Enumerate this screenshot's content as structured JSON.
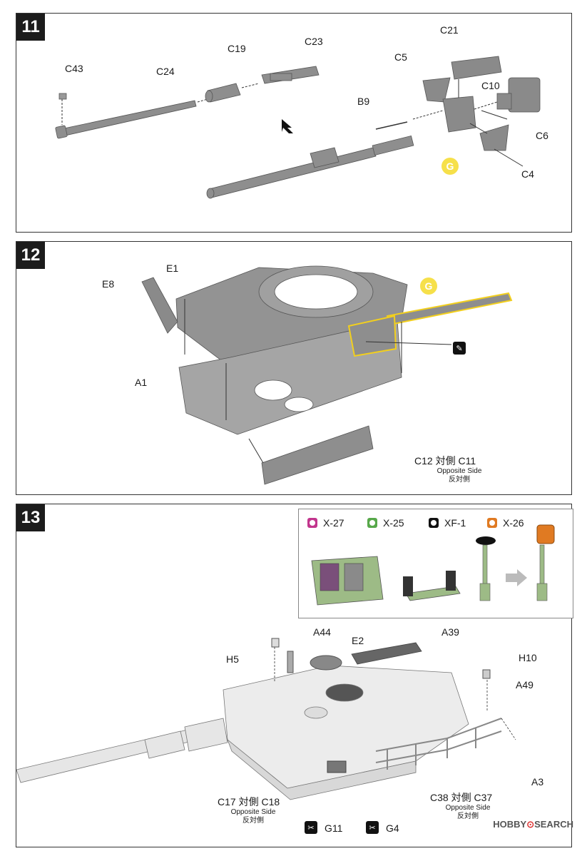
{
  "steps": [
    {
      "number": "11",
      "parts": {
        "c43": "C43",
        "c24": "C24",
        "c19": "C19",
        "c23": "C23",
        "c21": "C21",
        "c5": "C5",
        "c10": "C10",
        "b9": "B9",
        "c6": "C6",
        "c4": "C4"
      },
      "badge": "G"
    },
    {
      "number": "12",
      "parts": {
        "e1": "E1",
        "e8": "E8",
        "a1": "A1"
      },
      "c12_label": "C12 対側 C11",
      "opposite_en": "Opposite Side",
      "opposite_cn": "反対側",
      "badge": "G"
    },
    {
      "number": "13",
      "legend": [
        {
          "label": "X-27",
          "color": "#c2358d"
        },
        {
          "label": "X-25",
          "color": "#57a84a"
        },
        {
          "label": "XF-1",
          "color": "#111111"
        },
        {
          "label": "X-26",
          "color": "#e07a22"
        }
      ],
      "parts": {
        "h5": "H5",
        "a44": "A44",
        "e2": "E2",
        "a39": "A39",
        "h10": "H10",
        "a49": "A49",
        "a3": "A3",
        "g11": "G11",
        "g4": "G4"
      },
      "c17_label": "C17 対側 C18",
      "c38_label": "C38 対側 C37",
      "opposite_en": "Opposite Side",
      "opposite_cn": "反対側"
    }
  ],
  "footer": {
    "brand_a": "HOBBY",
    "brand_b": "SEARCH"
  }
}
